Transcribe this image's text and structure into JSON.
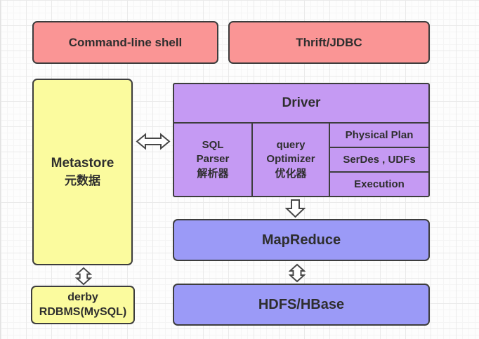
{
  "diagram": {
    "background": {
      "base": "#fdfdfd",
      "grid_minor": "#f5f5f5",
      "grid_major": "#eaeaea"
    },
    "palette": {
      "pink": "#fa9595",
      "yellow": "#fbfb9e",
      "purple": "#c59af3",
      "blue": "#9b9af7",
      "border": "#3d3d3d",
      "text": "#2e2e2e",
      "arrow_fill": "#ffffff",
      "arrow_stroke": "#474747"
    },
    "nodes": {
      "command_line_shell": {
        "label": "Command-line shell"
      },
      "thrift_jdbc": {
        "label": "Thrift/JDBC"
      },
      "metastore": {
        "line1": "Metastore",
        "line2": "元数据"
      },
      "driver": {
        "title": "Driver"
      },
      "sql_parser": {
        "line1": "SQL",
        "line2": "Parser",
        "line3": "解析器"
      },
      "query_optimizer": {
        "line1": "query",
        "line2": "Optimizer",
        "line3": "优化器"
      },
      "physical_plan": {
        "label": "Physical Plan"
      },
      "serdes_udfs": {
        "label": "SerDes , UDFs"
      },
      "execution": {
        "label": "Execution"
      },
      "mapreduce": {
        "label": "MapReduce"
      },
      "hdfs_hbase": {
        "label": "HDFS/HBase"
      },
      "derby_rdbms": {
        "line1": "derby",
        "line2": "RDBMS(MySQL)"
      }
    },
    "connectors": {
      "metastore_driver": "double-headed-horizontal-arrow",
      "driver_mapreduce": "down-arrow",
      "mapreduce_hdfs": "double-headed-vertical-arrow",
      "metastore_derby": "double-headed-vertical-arrow"
    }
  }
}
